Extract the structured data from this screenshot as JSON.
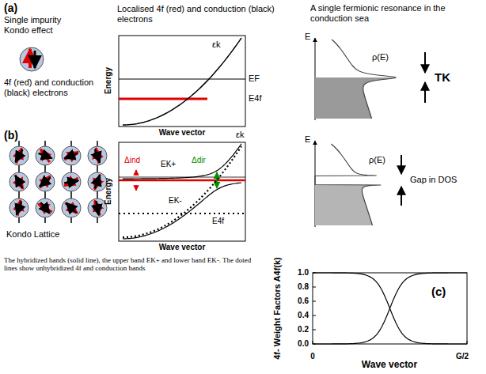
{
  "diagram": {
    "labels": [
      "(a)",
      "Single impurity",
      "Kondo effect",
      "4f (red) and conduction (black) electrons",
      "Localised 4f (red) and conduction (black) electrons",
      "A single fermionic resonance in the conduction sea",
      "Energy",
      "εk",
      "EF",
      "E4f",
      "Wave vector",
      "E",
      "ρ(E)",
      "TK",
      "(b)",
      "Kondo Lattice",
      "Energy",
      "Δind",
      "EK+",
      "εk",
      "Δdir",
      "EK-",
      "E4f",
      "Wave vector",
      "The hybridized bands (solid line), the upper band EK+ and lower band EK-. The doted lines show unhybridized 4f and conduction bands",
      "E",
      "ρ(E)",
      "Gap in DOS",
      "(c)",
      "4f- Weight Factors A4f(k)",
      "1.0",
      "0.8",
      "0.6",
      "0.4",
      "0.2",
      "0.0",
      "0",
      "G/2",
      "Wave vector"
    ]
  }
}
